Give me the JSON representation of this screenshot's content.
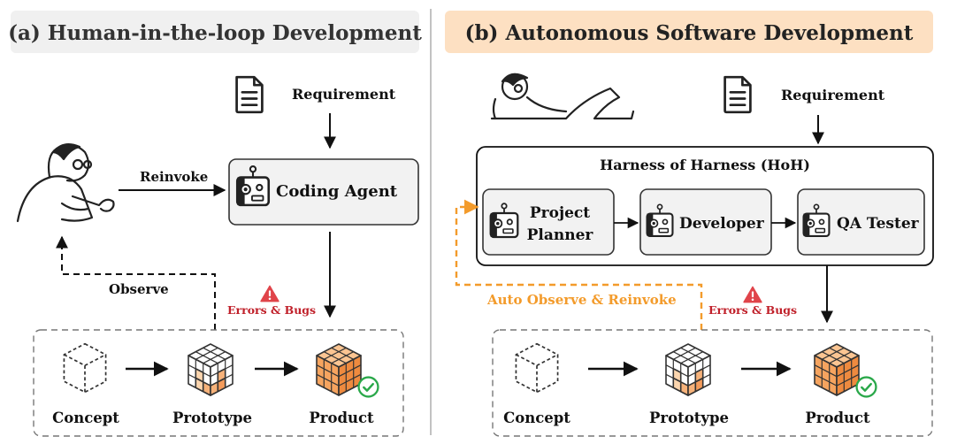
{
  "left_panel": {
    "title": "(a) Human-in-the-loop Development",
    "requirement_label": "Requirement",
    "reinvoke_label": "Reinvoke",
    "agent_label": "Coding Agent",
    "observe_label": "Observe",
    "errors_label": "Errors & Bugs",
    "stages": [
      "Concept",
      "Prototype",
      "Product"
    ]
  },
  "right_panel": {
    "title": "(b) Autonomous Software Development",
    "requirement_label": "Requirement",
    "harness_title": "Harness of Harness (HoH)",
    "agents": [
      {
        "line1": "Project",
        "line2": "Planner"
      },
      {
        "line1": "Developer",
        "line2": ""
      },
      {
        "line1": "QA Tester",
        "line2": ""
      }
    ],
    "auto_label": "Auto Observe & Reinvoke",
    "errors_label": "Errors & Bugs",
    "stages": [
      "Concept",
      "Prototype",
      "Product"
    ]
  },
  "colors": {
    "left_header_bg": "#f0f0f0",
    "right_header_bg": "#fde0c2",
    "orange": "#f39b2b",
    "errors_red": "#c0202a",
    "box_fill": "#f2f2f2",
    "check_green": "#2aa84a"
  }
}
